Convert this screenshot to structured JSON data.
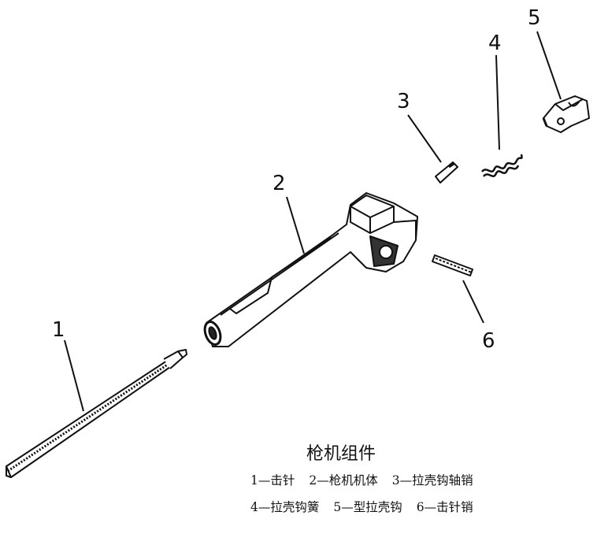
{
  "labels": {
    "p1": "1",
    "p2": "2",
    "p3": "3",
    "p4": "4",
    "p5": "5",
    "p6": "6"
  },
  "caption": {
    "title": "枪机组件",
    "row1": [
      "1—击针",
      "2—枪机机体",
      "3—拉壳钩轴销"
    ],
    "row2": [
      "4—拉壳钩簧",
      "5—型拉壳钩",
      "6—击针销"
    ]
  }
}
